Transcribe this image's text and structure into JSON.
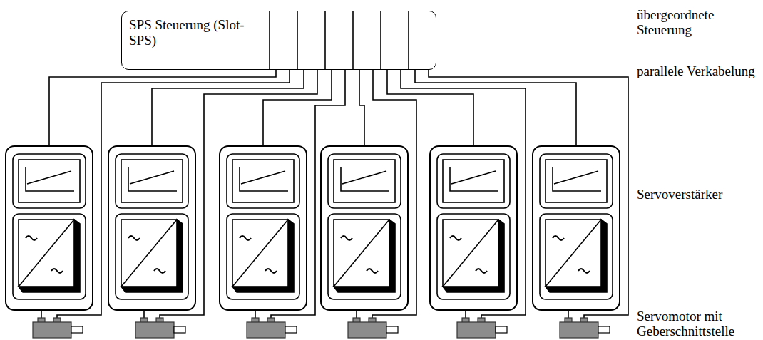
{
  "diagram": {
    "nodes": [
      {
        "text": [
          "SPS Steuerung (Slot-SPS)"
        ]
      }
    ],
    "labels": [
      "übergeordnete Steuerung",
      "parallele Verkabelung",
      "Servoverstärker",
      "Servomotor mit Geberschnittstelle"
    ]
  }
}
